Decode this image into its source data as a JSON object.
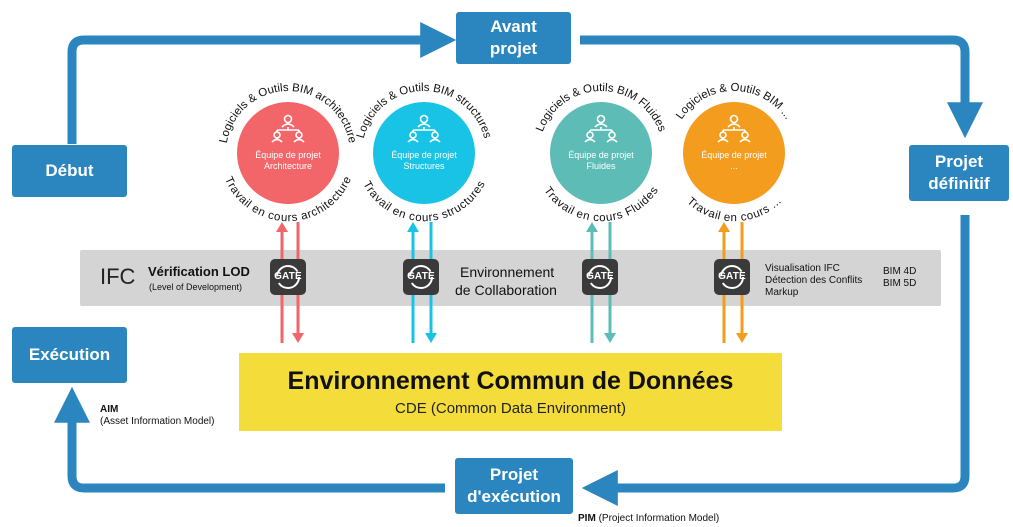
{
  "phases": {
    "avant_projet": "Avant\nprojet",
    "debut": "Début",
    "projet_definitif": "Projet\ndéfinitif",
    "execution": "Exécution",
    "projet_execution": "Projet\nd'exécution"
  },
  "colors": {
    "cycle_blue": "#2b86bf",
    "architecture": "#f2666a",
    "structures": "#19c3e6",
    "fluides": "#5dbdb6",
    "other": "#f39c1e",
    "cde_yellow": "#f4dd3a",
    "band_gray": "#d4d4d4",
    "gate_dark": "#3a3a3a"
  },
  "teams": [
    {
      "top_arc": "Logiciels & Outils BIM architecture",
      "label1": "Équipe de projet",
      "label2": "Architecture",
      "bottom_arc": "Travail en cours architecture"
    },
    {
      "top_arc": "Logiciels & Outils BIM structures",
      "label1": "Équipe de projet",
      "label2": "Structures",
      "bottom_arc": "Travail en cours structures"
    },
    {
      "top_arc": "Logiciels & Outils BIM Fluides",
      "label1": "Équipe de projet",
      "label2": "Fluides",
      "bottom_arc": "Travail en cours Fluides"
    },
    {
      "top_arc": "Logiciels & Outils BIM ...",
      "label1": "Équipe de projet",
      "label2": "...",
      "bottom_arc": "Travail en cours ..."
    }
  ],
  "band": {
    "ifc": "IFC",
    "lod_title": "Vérification LOD",
    "lod_sub": "(Level of Development)",
    "collab_line1": "Environnement",
    "collab_line2": "de Collaboration",
    "viz1": "Visualisation IFC",
    "viz2": "Détection des Conflits",
    "viz3": "Markup",
    "bim4d": "BIM 4D",
    "bim5d": "BIM 5D",
    "gate_label": "GATE"
  },
  "cde": {
    "title": "Environnement Commun de Données",
    "subtitle": "CDE (Common Data Environment)"
  },
  "aim": {
    "label": "AIM",
    "sub": "(Asset Information Model)"
  },
  "pim": {
    "label": "PIM",
    "sub": "(Project Information Model)"
  }
}
